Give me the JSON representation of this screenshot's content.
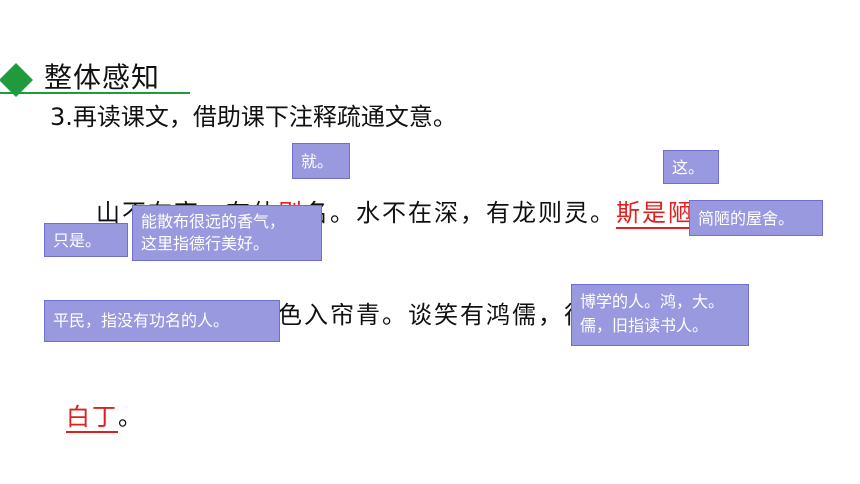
{
  "section": {
    "title": "整体感知"
  },
  "instruction": "3.再读课文，借助课下注释疏通文意。",
  "text": {
    "line1_before": "山不在高，有仙",
    "line1_hl1": "则",
    "line1_mid": "名。水不在深，有龙则灵。",
    "line1_hl2": "斯是陋室",
    "line2_before": "苔痕上阶绿，草色入帘青。谈笑有鸿儒，往来无",
    "line3_hl": "白丁",
    "line3_after": "。"
  },
  "notes": {
    "jiu": "就。",
    "zhe": "这。",
    "zhishi": "只是。",
    "xiangqi_1": "能散布很远的香气，",
    "xiangqi_2": "这里指德行美好。",
    "wushe": "简陋的屋舍。",
    "pingmin": "平民，指没有功名的人。",
    "hongru_1": "博学的人。鸿，大。",
    "hongru_2": "儒，旧指读书人。"
  },
  "colors": {
    "accent_green": "#1f9a3c",
    "highlight_red": "#e02020",
    "note_bg": "#9999e0"
  }
}
